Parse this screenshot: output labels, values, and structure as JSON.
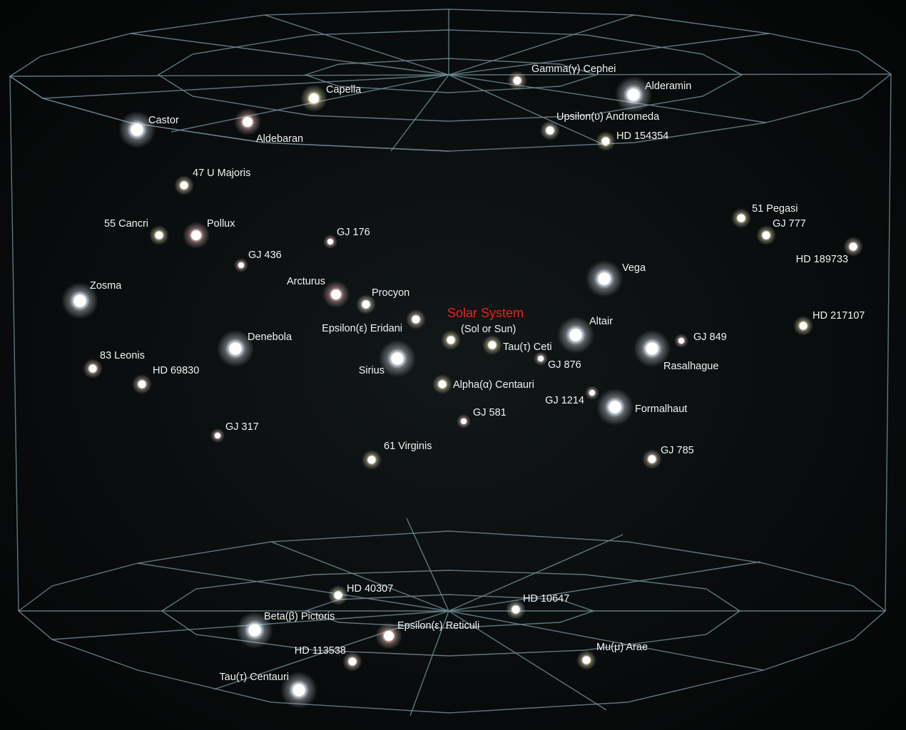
{
  "solar_system": {
    "title": "Solar System",
    "subtitle": "(Sol or Sun)"
  },
  "stars": [
    {
      "name": "Gamma(γ) Cephei",
      "color": "#ffd9c4",
      "size": "small"
    },
    {
      "name": "Alderamin",
      "color": "#eef6ff",
      "size": "large"
    },
    {
      "name": "Capella",
      "color": "#fff6c8",
      "size": "medium"
    },
    {
      "name": "Castor",
      "color": "#eaf4ff",
      "size": "large"
    },
    {
      "name": "Aldebaran",
      "color": "#ffd2d2",
      "size": "medium"
    },
    {
      "name": "Upsilon(υ) Andromeda",
      "color": "#fffbe6",
      "size": "small"
    },
    {
      "name": "HD 154354",
      "color": "#fff6c8",
      "size": "small"
    },
    {
      "name": "47 U Majoris",
      "color": "#fff6c8",
      "size": "small"
    },
    {
      "name": "55 Cancri",
      "color": "#fff6c8",
      "size": "small"
    },
    {
      "name": "Pollux",
      "color": "#ffd0d0",
      "size": "medium"
    },
    {
      "name": "GJ 176",
      "color": "#ffd8d8",
      "size": "tiny"
    },
    {
      "name": "GJ 436",
      "color": "#ffd8d8",
      "size": "tiny"
    },
    {
      "name": "51 Pegasi",
      "color": "#fff6c8",
      "size": "small"
    },
    {
      "name": "GJ 777",
      "color": "#fff6c8",
      "size": "small"
    },
    {
      "name": "HD 189733",
      "color": "#ffe6d6",
      "size": "small"
    },
    {
      "name": "Zosma",
      "color": "#eaf4ff",
      "size": "large"
    },
    {
      "name": "Arcturus",
      "color": "#ffcccc",
      "size": "medium"
    },
    {
      "name": "Procyon",
      "color": "#fffbe6",
      "size": "small"
    },
    {
      "name": "Vega",
      "color": "#eaf4ff",
      "size": "large"
    },
    {
      "name": "Epsilon(ε) Eridani",
      "color": "#ffe6d6",
      "size": "small"
    },
    {
      "name": "Altair",
      "color": "#eaf4ff",
      "size": "large"
    },
    {
      "name": "HD 217107",
      "color": "#fff6c8",
      "size": "small"
    },
    {
      "name": "Denebola",
      "color": "#eaf4ff",
      "size": "large"
    },
    {
      "name": "Tau(τ) Ceti",
      "color": "#fff6c8",
      "size": "small"
    },
    {
      "name": "GJ 849",
      "color": "#ffd8d8",
      "size": "tiny"
    },
    {
      "name": "Rasalhague",
      "color": "#eaf4ff",
      "size": "large"
    },
    {
      "name": "83 Leonis",
      "color": "#ffe6d6",
      "size": "small"
    },
    {
      "name": "Sirius",
      "color": "#eaf4ff",
      "size": "large"
    },
    {
      "name": "GJ 876",
      "color": "#ffd8d8",
      "size": "tiny"
    },
    {
      "name": "HD 69830",
      "color": "#ffe6d6",
      "size": "small"
    },
    {
      "name": "Alpha(α) Centauri",
      "color": "#fff6c8",
      "size": "small"
    },
    {
      "name": "GJ 1214",
      "color": "#ffd8d8",
      "size": "tiny"
    },
    {
      "name": "Formalhaut",
      "color": "#eaf4ff",
      "size": "large"
    },
    {
      "name": "GJ 581",
      "color": "#ffd8d8",
      "size": "tiny"
    },
    {
      "name": "GJ 317",
      "color": "#ffd8d8",
      "size": "tiny"
    },
    {
      "name": "61 Virginis",
      "color": "#fff6c8",
      "size": "small"
    },
    {
      "name": "GJ 785",
      "color": "#ffe6d6",
      "size": "small"
    },
    {
      "name": "HD 40307",
      "color": "#fffbe6",
      "size": "small"
    },
    {
      "name": "HD 10647",
      "color": "#fffbe6",
      "size": "small"
    },
    {
      "name": "Beta(β) Pictoris",
      "color": "#eaf4ff",
      "size": "large"
    },
    {
      "name": "Epsilon(ε) Reticuli",
      "color": "#ffd6c8",
      "size": "medium"
    },
    {
      "name": "HD 113538",
      "color": "#ffe6d6",
      "size": "small"
    },
    {
      "name": "Mu(μ) Arae",
      "color": "#fff6c8",
      "size": "small"
    },
    {
      "name": "Tau(τ) Centauri",
      "color": "#eaf4ff",
      "size": "large"
    }
  ],
  "colors": {
    "grid": "#6d8b94",
    "highlight": "#e8231c",
    "label": "#f2f2f2"
  }
}
